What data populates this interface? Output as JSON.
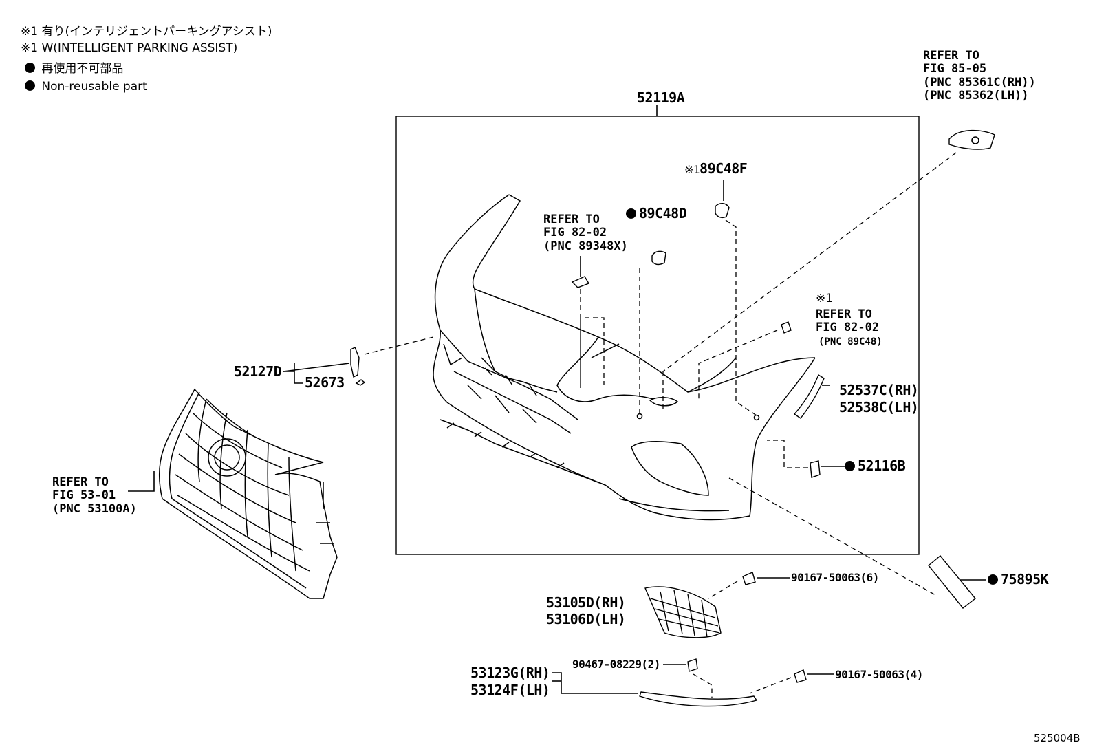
{
  "legend": {
    "line1": "※1 有り(インテリジェントパーキングアシスト)",
    "line2": "※1 W(INTELLIGENT PARKING ASSIST)",
    "line3": "再使用不可部品",
    "line4": "Non-reusable part"
  },
  "parts": {
    "assembly": "52119A",
    "sensor_1": "89C48F",
    "sensor_1_mark": "※1",
    "sensor_2": "89C48D",
    "bracket_lh": "52127D",
    "clip": "52673",
    "molding_rh": "52537C(RH)",
    "molding_lh": "52538C(LH)",
    "retainer": "52116B",
    "reflector": "75895K",
    "cover_rh": "53105D(RH)",
    "cover_lh": "53106D(LH)",
    "screw_a": "90167-50063(6)",
    "lower_rh": "53123G(RH)",
    "lower_lh": "53124F(LH)",
    "nut": "90467-08229(2)",
    "screw_b": "90167-50063(4)"
  },
  "refs": {
    "top_right": "REFER TO\nFIG 85-05\n(PNC 85361C(RH))\n(PNC 85362(LH))",
    "center": "REFER TO\nFIG 82-02\n(PNC 89348X)",
    "right_mark": "※1",
    "right": "REFER TO\nFIG 82-02",
    "right_pnc": "(PNC 89C48)",
    "grille": "REFER TO\nFIG 53-01\n(PNC 53100A)"
  },
  "footer": {
    "code": "525004B"
  }
}
